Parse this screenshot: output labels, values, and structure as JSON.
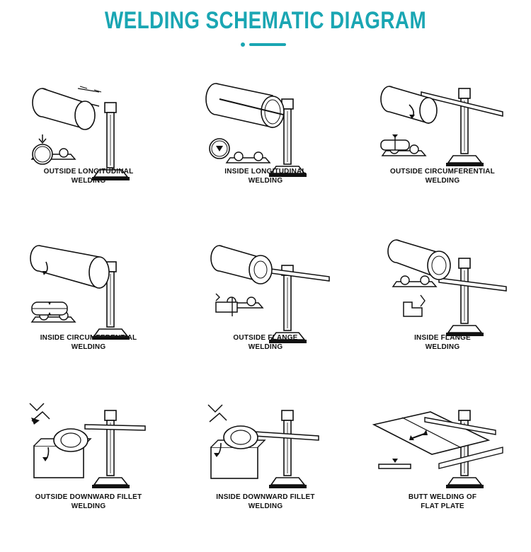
{
  "title": "WELDING SCHEMATIC DIAGRAM",
  "colors": {
    "accent": "#1aa6b3",
    "line": "#111111"
  },
  "cells": [
    {
      "line1": "OUTSIDE LONGITUDINAL",
      "line2": "WELDING",
      "icon": "outside-longitudinal-welding-illustration"
    },
    {
      "line1": "INSIDE LONGITUDINAL",
      "line2": "WELDING",
      "icon": "inside-longitudinal-welding-illustration"
    },
    {
      "line1": "OUTSIDE CIRCUMFERENTIAL",
      "line2": "WELDING",
      "icon": "outside-circumferential-welding-illustration"
    },
    {
      "line1": "INSIDE CIRCUMFERENTIAL",
      "line2": "WELDING",
      "icon": "inside-circumferential-welding-illustration"
    },
    {
      "line1": "OUTSIDE FLANGE",
      "line2": "WELDING",
      "icon": "outside-flange-welding-illustration"
    },
    {
      "line1": "INSIDE FLANGE",
      "line2": "WELDING",
      "icon": "inside-flange-welding-illustration"
    },
    {
      "line1": "OUTSIDE DOWNWARD FILLET",
      "line2": "WELDING",
      "icon": "outside-downward-fillet-welding-illustration"
    },
    {
      "line1": "INSIDE DOWNWARD FILLET",
      "line2": "WELDING",
      "icon": "inside-downward-fillet-welding-illustration"
    },
    {
      "line1": "BUTT WELDING OF",
      "line2": "FLAT PLATE",
      "icon": "butt-welding-flat-plate-illustration"
    }
  ]
}
